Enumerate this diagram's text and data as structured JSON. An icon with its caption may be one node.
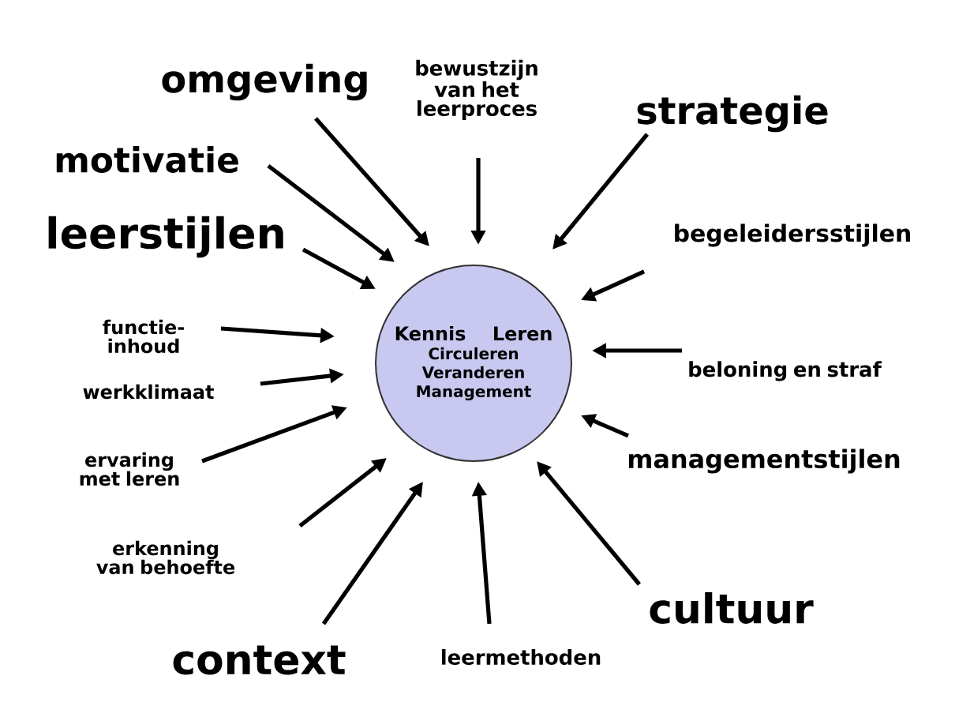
{
  "diagram": {
    "nodes": [
      {
        "text": [
          "Kennis",
          "Leren",
          "Circuleren",
          "Veranderen",
          "Management"
        ]
      },
      {
        "text": [
          "omgeving"
        ]
      },
      {
        "text": [
          "bewustzijn van het leerproces"
        ]
      },
      {
        "text": [
          "strategie"
        ]
      },
      {
        "text": [
          "motivatie"
        ]
      },
      {
        "text": [
          "leerstijlen"
        ]
      },
      {
        "text": [
          "begeleidersstijlen"
        ]
      },
      {
        "text": [
          "functie-inhoud"
        ]
      },
      {
        "text": [
          "beloning en straf"
        ]
      },
      {
        "text": [
          "werkklimaat"
        ]
      },
      {
        "text": [
          "ervaring met leren"
        ]
      },
      {
        "text": [
          "managementstijlen"
        ]
      },
      {
        "text": [
          "erkenning van behoefte"
        ]
      },
      {
        "text": [
          "cultuur"
        ]
      },
      {
        "text": [
          "context"
        ]
      },
      {
        "text": [
          "leermethoden"
        ]
      }
    ],
    "edges": [
      {
        "from": 1,
        "to": 0,
        "arrow": "to"
      },
      {
        "from": 2,
        "to": 0,
        "arrow": "to"
      },
      {
        "from": 3,
        "to": 0,
        "arrow": "to"
      },
      {
        "from": 4,
        "to": 0,
        "arrow": "to"
      },
      {
        "from": 5,
        "to": 0,
        "arrow": "to"
      },
      {
        "from": 6,
        "to": 0,
        "arrow": "to"
      },
      {
        "from": 7,
        "to": 0,
        "arrow": "to"
      },
      {
        "from": 8,
        "to": 0,
        "arrow": "to"
      },
      {
        "from": 9,
        "to": 0,
        "arrow": "to"
      },
      {
        "from": 10,
        "to": 0,
        "arrow": "to"
      },
      {
        "from": 11,
        "to": 0,
        "arrow": "to"
      },
      {
        "from": 12,
        "to": 0,
        "arrow": "to"
      },
      {
        "from": 13,
        "to": 0,
        "arrow": "to"
      },
      {
        "from": 14,
        "to": 0,
        "arrow": "to"
      },
      {
        "from": 15,
        "to": 0,
        "arrow": "to"
      }
    ]
  }
}
